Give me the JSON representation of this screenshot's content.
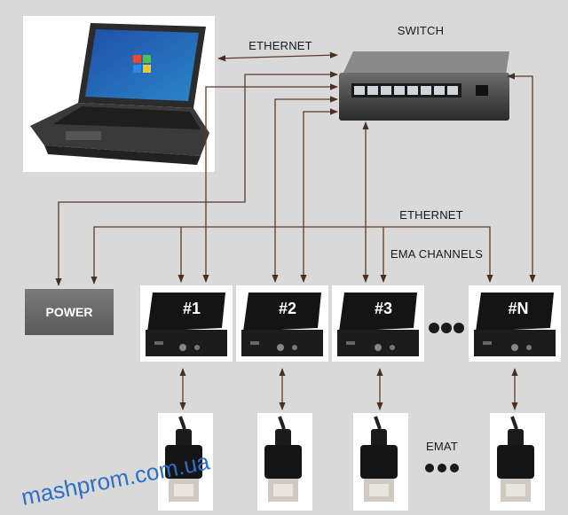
{
  "labels": {
    "switch": "SWITCH",
    "ethernet_top": "ETHERNET",
    "ethernet_mid": "ETHERNET",
    "ema_channels": "EMA CHANNELS",
    "power": "POWER",
    "emat": "EMAT"
  },
  "units": [
    "#1",
    "#2",
    "#3",
    "#N"
  ],
  "watermark": "mashprom.com.ua",
  "colors": {
    "background": "#d9d9d9",
    "line": "#5a3a2a",
    "power_box": "#6b6b6b",
    "unit_body": "#141414",
    "watermark": "#2a6fc9"
  },
  "icons": [
    "laptop-icon",
    "network-switch-icon",
    "ema-unit-icon",
    "emat-sensor-icon",
    "ellipsis-dots-icon"
  ]
}
